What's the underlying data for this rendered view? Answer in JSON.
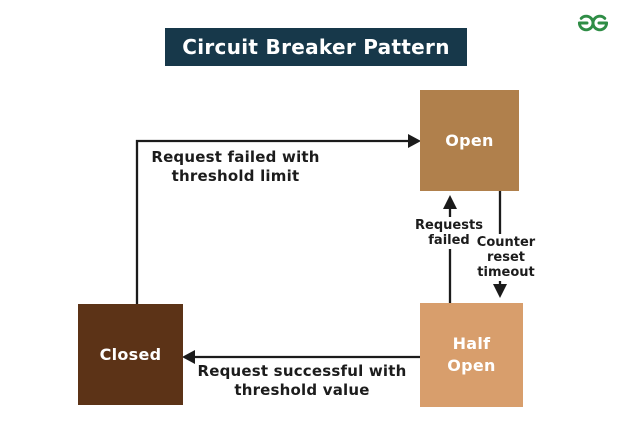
{
  "title": {
    "text": "Circuit Breaker Pattern"
  },
  "logo": {
    "name": "GeeksforGeeks",
    "color": "#2F8D46"
  },
  "nodes": {
    "open": {
      "label": "Open",
      "color": "#B0804C"
    },
    "half_open": {
      "label": "Half\nOpen",
      "color": "#D89E6C"
    },
    "closed": {
      "label": "Closed",
      "color": "#5C3317"
    }
  },
  "edges": {
    "closed_to_open": {
      "label": "Request failed with\nthreshold limit"
    },
    "half_open_to_closed": {
      "label": "Request successful with\nthreshold value"
    },
    "half_open_to_open": {
      "label": "Requests\nfailed"
    },
    "open_to_half_open": {
      "label": "Counter\nreset\ntimeout"
    }
  },
  "colors": {
    "title_bg": "#17384A",
    "arrow": "#1B1B1B",
    "background": "#FFFFFF"
  }
}
